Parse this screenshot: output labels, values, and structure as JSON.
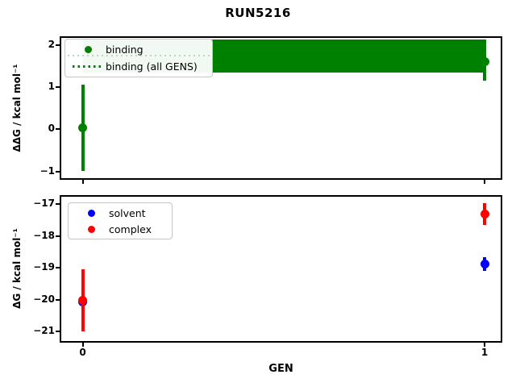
{
  "title": "RUN5216",
  "xlabel": "GEN",
  "colors": {
    "binding": "#008000",
    "solvent": "#0000ff",
    "complex": "#ff0000",
    "band": "#008000",
    "dotted_showthrough": "#b9d9b9",
    "axes": "#000000",
    "legend_border": "#c6c6c6"
  },
  "chart_data": [
    {
      "type": "scatter",
      "title": "",
      "ylabel": "ΔΔG / kcal mol⁻¹",
      "xlabel": "",
      "x": [
        0,
        1
      ],
      "xticks": [
        0,
        1
      ],
      "show_xtick_labels": false,
      "yticks": [
        2,
        1,
        0,
        -1
      ],
      "xlim": [
        -0.055,
        1.045
      ],
      "ylim": [
        -1.13,
        2.15
      ],
      "grid": false,
      "series": [
        {
          "name": "binding",
          "color": "#008000",
          "marker": "circle",
          "y": [
            0.03,
            1.59
          ],
          "yerr": [
            1.02,
            0.43
          ]
        }
      ],
      "reference": {
        "name": "binding (all GENS)",
        "color": "#008000",
        "linestyle": "dotted",
        "value": 1.73,
        "band": [
          1.34,
          2.12
        ]
      },
      "legend": {
        "position": "upper left",
        "entries": [
          "binding",
          "binding (all GENS)"
        ]
      }
    },
    {
      "type": "scatter",
      "title": "",
      "ylabel": "ΔG / kcal mol⁻¹",
      "xlabel": "GEN",
      "x": [
        0,
        1
      ],
      "xticks": [
        0,
        1
      ],
      "xtick_labels": [
        "0",
        "1"
      ],
      "show_xtick_labels": true,
      "yticks": [
        -17,
        -18,
        -19,
        -20,
        -21
      ],
      "xlim": [
        -0.055,
        1.045
      ],
      "ylim": [
        -21.3,
        -16.75
      ],
      "grid": false,
      "series": [
        {
          "name": "solvent",
          "color": "#0000ff",
          "marker": "circle",
          "y": [
            -20.08,
            -18.88
          ],
          "yerr": [
            0.9,
            0.22
          ]
        },
        {
          "name": "complex",
          "color": "#ff0000",
          "marker": "circle",
          "y": [
            -20.03,
            -17.3
          ],
          "yerr": [
            0.98,
            0.34
          ]
        }
      ],
      "legend": {
        "position": "upper left",
        "entries": [
          "solvent",
          "complex"
        ]
      }
    }
  ]
}
